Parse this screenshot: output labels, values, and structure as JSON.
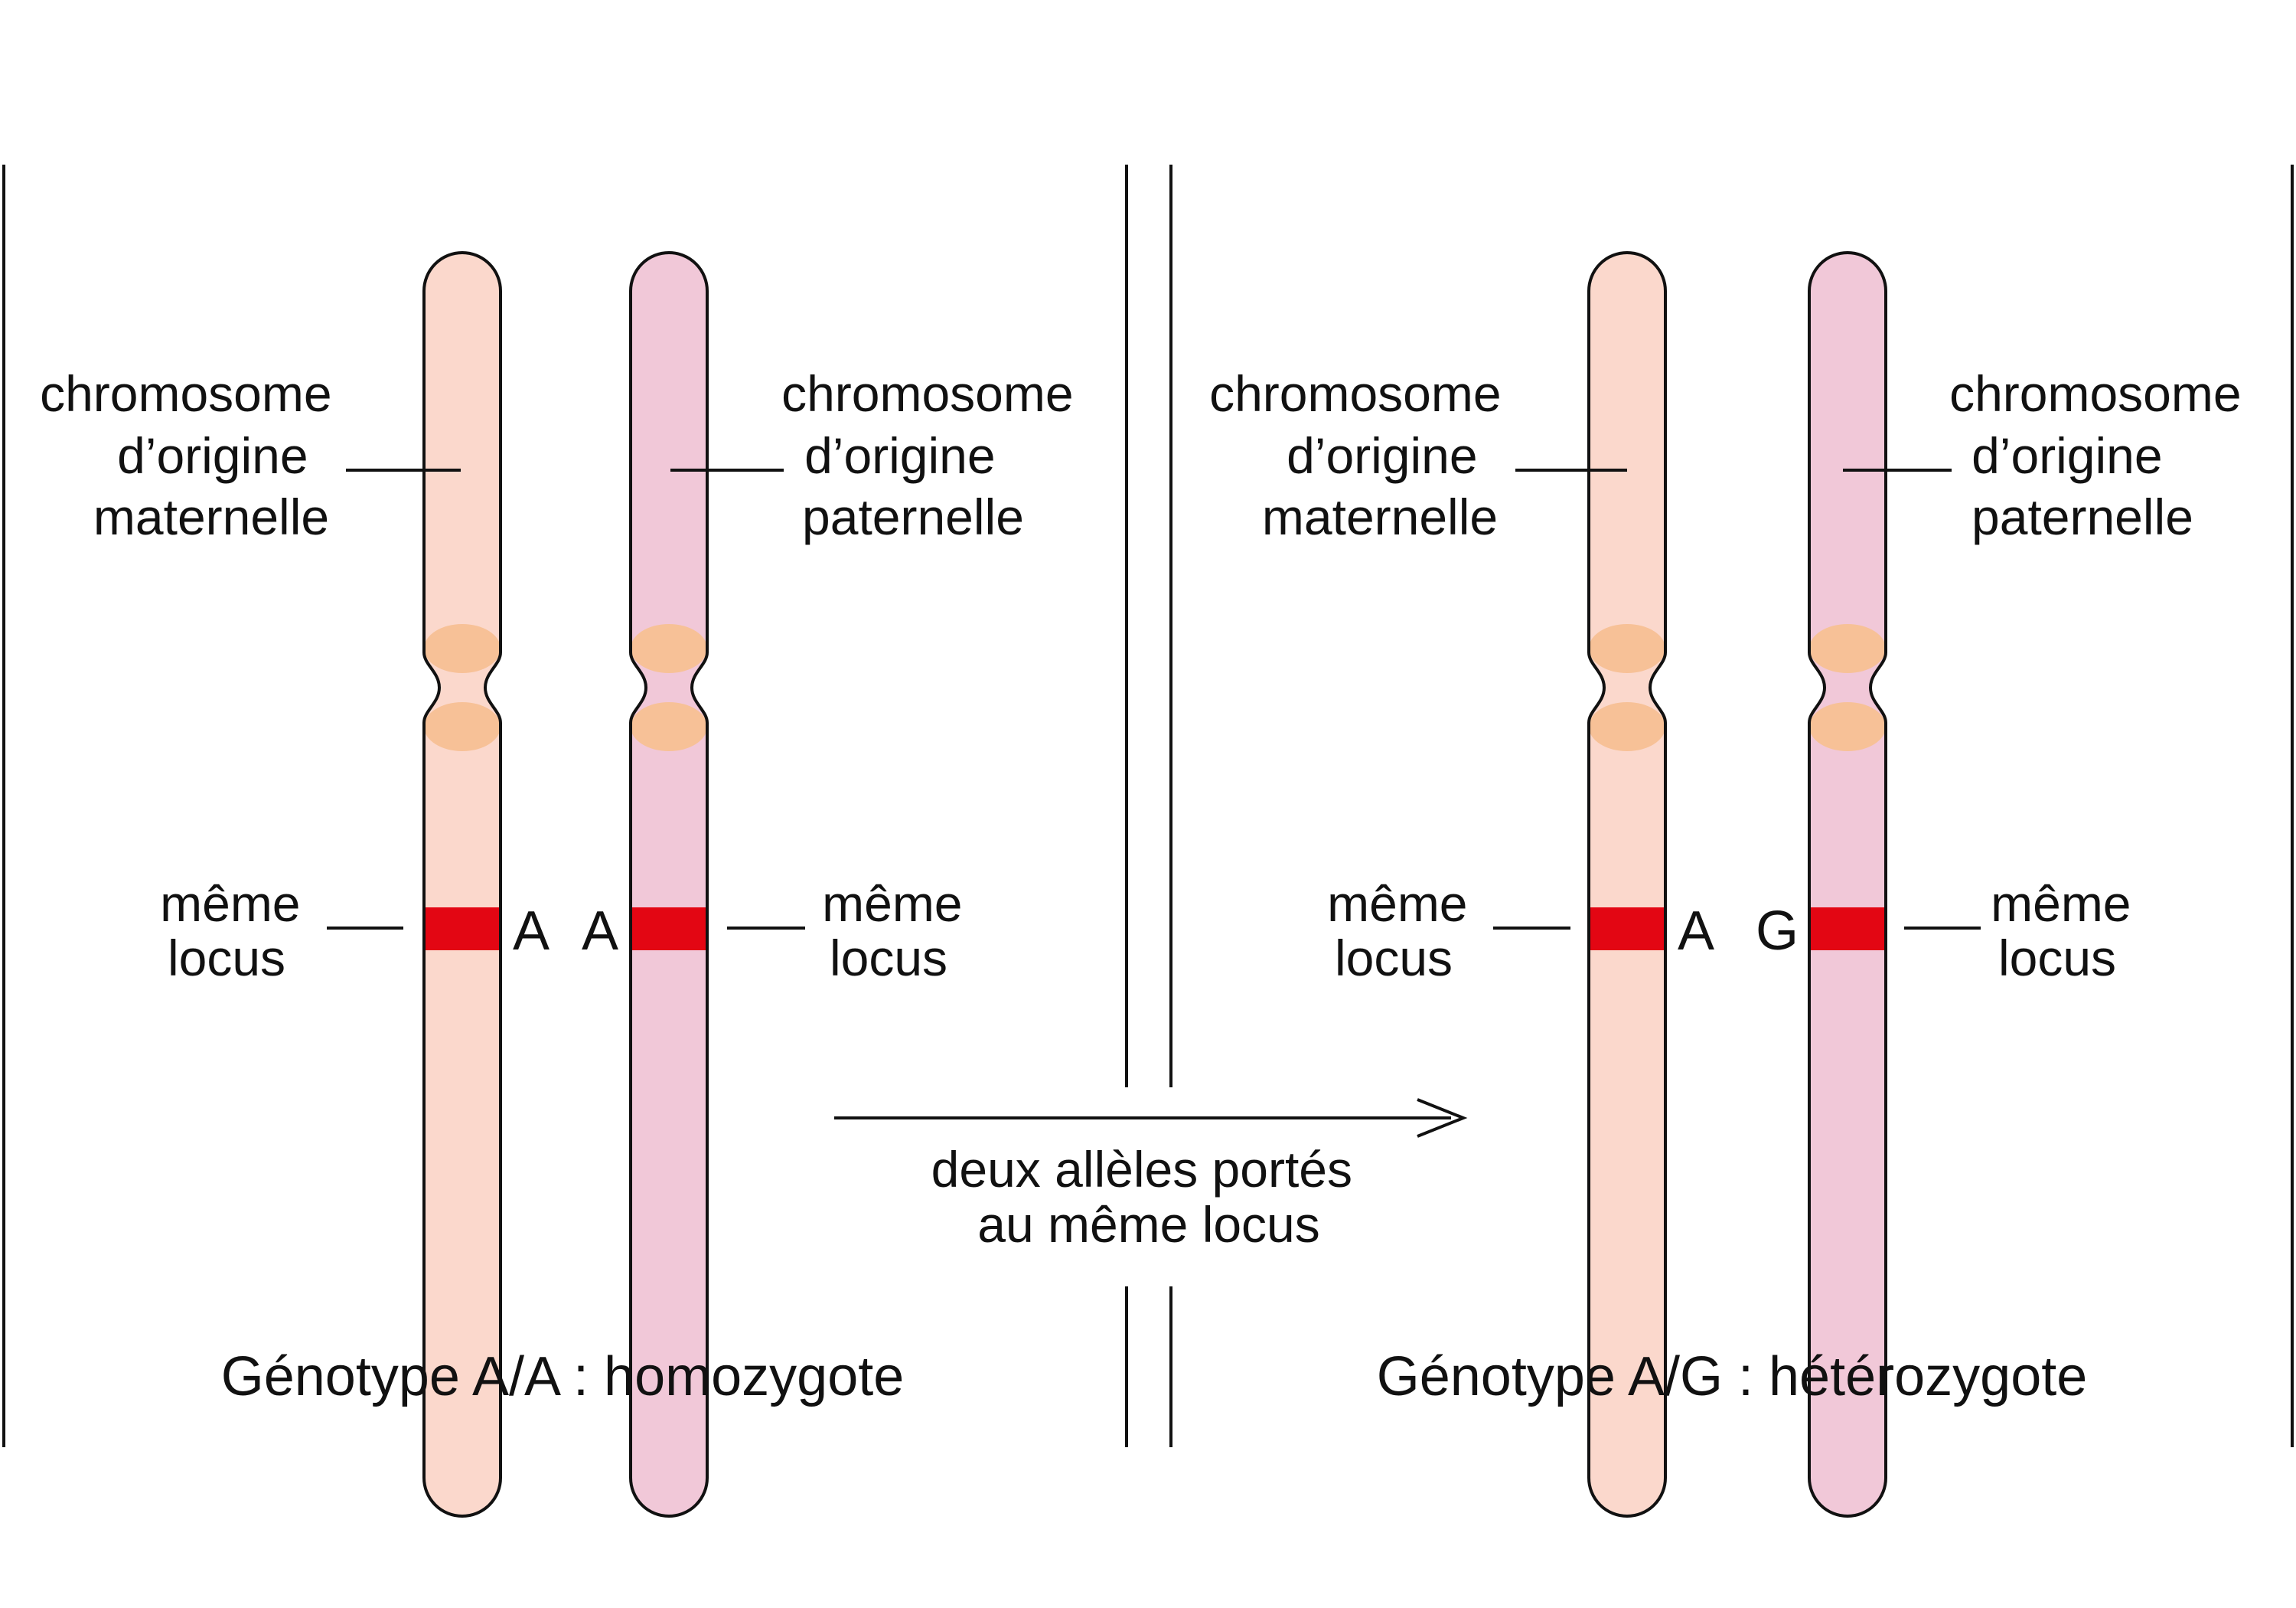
{
  "colors": {
    "maternal_fill": "#fbd8cc",
    "paternal_fill": "#f1c8d8",
    "centromere": "#f7c197",
    "locus_band": "#e30613",
    "outline": "#111111"
  },
  "left_panel": {
    "maternal_label": [
      "chromosome",
      "d’origine",
      "maternelle"
    ],
    "paternal_label": [
      "chromosome",
      "d’origine",
      "paternelle"
    ],
    "locus_label_left": [
      "même",
      "locus"
    ],
    "locus_label_right": [
      "même",
      "locus"
    ],
    "allele_maternal": "A",
    "allele_paternal": "A",
    "caption": "Génotype A/A : homozygote"
  },
  "right_panel": {
    "maternal_label": [
      "chromosome",
      "d’origine",
      "maternelle"
    ],
    "paternal_label": [
      "chromosome",
      "d’origine",
      "paternelle"
    ],
    "locus_label_left": [
      "même",
      "locus"
    ],
    "locus_label_right": [
      "même",
      "locus"
    ],
    "allele_maternal": "A",
    "allele_paternal": "G",
    "caption": "Génotype A/G : hétérozygote"
  },
  "arrow_label": [
    "deux allèles portés",
    "au même locus"
  ]
}
